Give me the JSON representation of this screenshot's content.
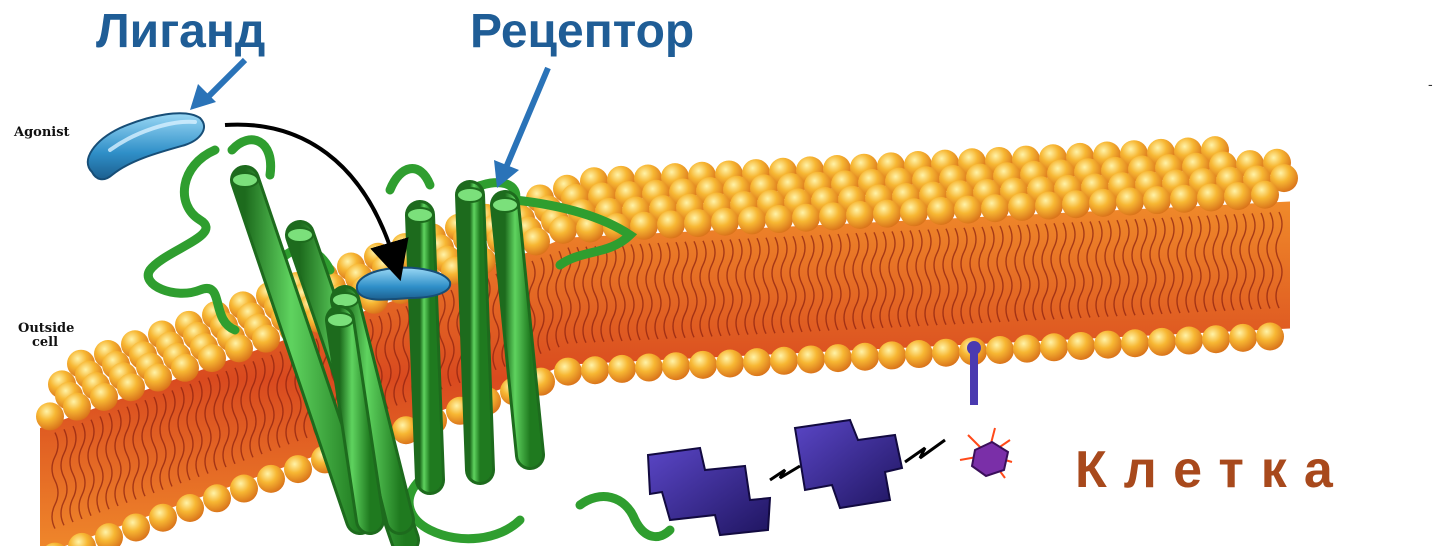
{
  "labels": {
    "ligand": "Лиганд",
    "receptor": "Рецептор",
    "cell": "Клетка",
    "agonist": "Agonist",
    "outside_cell_line1": "Outside",
    "outside_cell_line2": "cell",
    "stray_mark": "-"
  },
  "colors": {
    "label_blue": "#1f5d96",
    "label_brown": "#a8491c",
    "pointer_blue": "#2a73b8",
    "lipid_head": "#f5a623",
    "lipid_tail": "#c0391b",
    "receptor_green": "#2f9e2f",
    "ligand_blue": "#3aa0d8",
    "effector_purple": "#3a2a8c"
  },
  "icons": {
    "ligand": "agonist-molecule-icon",
    "receptor": "seven-helix-receptor-icon",
    "membrane": "lipid-bilayer-icon",
    "effector": "effector-protein-icon",
    "second_messenger": "burst-icon"
  }
}
